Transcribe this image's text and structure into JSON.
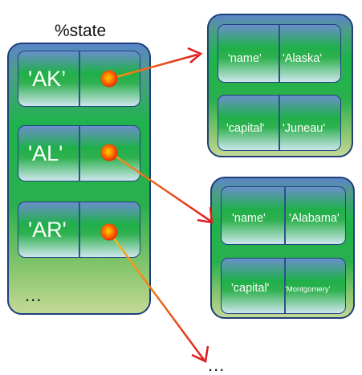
{
  "hash_title": "%state",
  "hash_entries": [
    {
      "key": "'AK’"
    },
    {
      "key": "'AL'"
    },
    {
      "key": "'AR'"
    }
  ],
  "hash_more": "...",
  "nested": [
    {
      "rows": [
        {
          "key": "'name'",
          "value": "'Alaska'"
        },
        {
          "key": "'capital'",
          "value": "'Juneau'"
        }
      ]
    },
    {
      "rows": [
        {
          "key": "'name'",
          "value": "'Alabama'"
        },
        {
          "key": "'capital'",
          "value": "'Montgomery'"
        }
      ]
    }
  ],
  "more_ref": "...",
  "colors": {
    "arrow_red": "#e11b1b",
    "arrow_orange": "#f59a16",
    "pointer_dot": "#ff2a00"
  }
}
